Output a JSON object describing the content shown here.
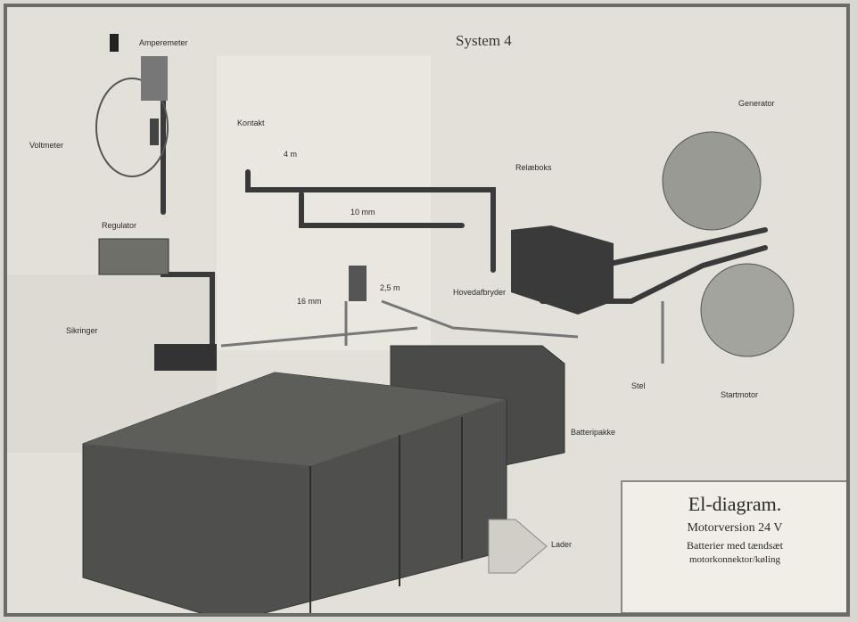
{
  "diagram": {
    "title": "System 4",
    "labels": {
      "top_left_device": "Amperemeter",
      "voltmeter": "Voltmeter",
      "tilt_switch": "Kontakt",
      "regulator": "Regulator",
      "fuse_block": "Sikringer",
      "relay_box": "Relæboks",
      "generator": "Generator",
      "motor": "Startmotor",
      "ground": "Stel",
      "switch_panel": "Hovedafbryder",
      "battery_label": "Batteripakke",
      "charger": "Lader",
      "cable_1": "4 m",
      "cable_2": "10 mm",
      "cable_3": "16 mm",
      "cable_4": "2,5 m"
    },
    "caption": {
      "line1": "El-diagram.",
      "line2": "Motorversion 24 V",
      "line3": "Batterier med tændsæt",
      "line4": "motorkonnektor/køling"
    }
  }
}
